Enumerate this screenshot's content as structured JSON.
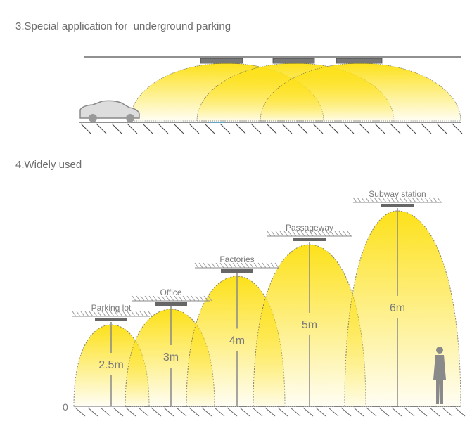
{
  "section3": {
    "title": "3.Special application for  underground parking"
  },
  "section4": {
    "title": "4.Widely used",
    "zero_label": "0",
    "applications": [
      {
        "name": "Parking lot",
        "height": "2.5m"
      },
      {
        "name": "Office",
        "height": "3m"
      },
      {
        "name": "Factories",
        "height": "4m"
      },
      {
        "name": "Passageway",
        "height": "5m"
      },
      {
        "name": "Subway station",
        "height": "6m"
      }
    ]
  },
  "colors": {
    "beam": "#fde11a",
    "line": "#8a8a8a",
    "lamp": "#6b6b6b",
    "text": "#7a7a7a"
  }
}
